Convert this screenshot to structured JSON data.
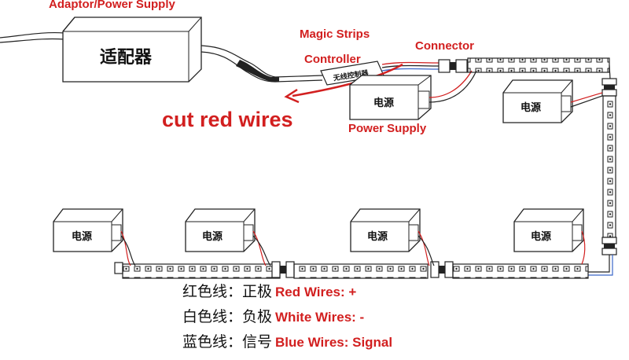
{
  "labels": {
    "adaptor": "Adaptor/Power Supply",
    "magic_strips": "Magic Strips",
    "controller": "Controller",
    "connector": "Connector",
    "cut_red_wires": "cut red wires",
    "power_supply": "Power Supply"
  },
  "chinese": {
    "adaptor_box": "适配器",
    "controller_chip": "无线控制器",
    "psu_box": "电源"
  },
  "legend": [
    {
      "cn": "红色线：正极",
      "en": "Red Wires: +"
    },
    {
      "cn": "白色线：负极",
      "en": "White Wires: -"
    },
    {
      "cn": "蓝色线：信号",
      "en": "Blue Wires: Signal"
    }
  ],
  "colors": {
    "label_red": "#d21f1f",
    "wire_red": "#d22020",
    "wire_blue": "#3a66c8",
    "line": "#222222"
  }
}
